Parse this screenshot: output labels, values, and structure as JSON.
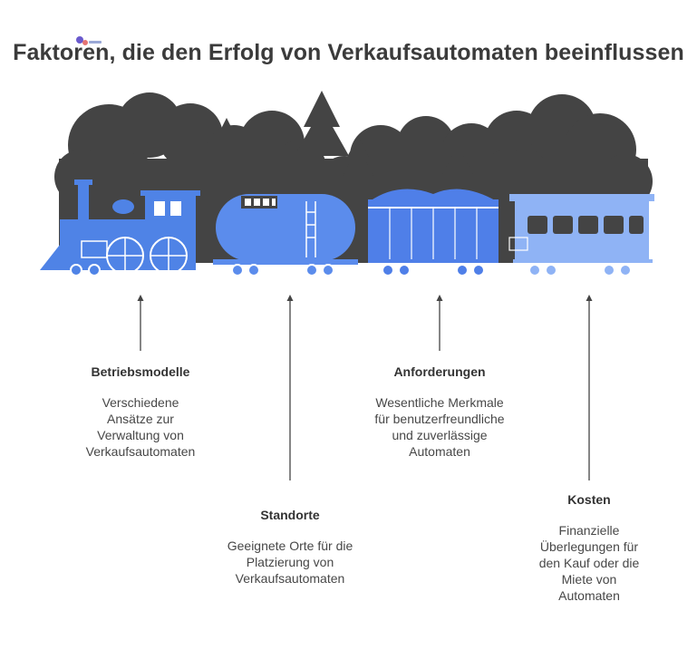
{
  "title": "Faktoren, die den Erfolg von Verkaufsautomaten beeinflussen",
  "colors": {
    "forest": "#444444",
    "locomotive": "#4f83e6",
    "tank_car": "#5b8cec",
    "hopper_car": "#4f7fe8",
    "passenger_car": "#8fb3f5",
    "wheel": "#ffffff"
  },
  "factors": [
    {
      "title": "Betriebsmodelle",
      "description": "Verschiedene Ansätze zur Verwaltung von Verkaufsautomaten"
    },
    {
      "title": "Standorte",
      "description": "Geeignete Orte für die Platzierung von Verkaufsautomaten"
    },
    {
      "title": "Anforderungen",
      "description": "Wesentliche Merkmale für benutzerfreundliche und zuverlässige Automaten"
    },
    {
      "title": "Kosten",
      "description": "Finanzielle Überlegungen für den Kauf oder die Miete von Automaten"
    }
  ]
}
